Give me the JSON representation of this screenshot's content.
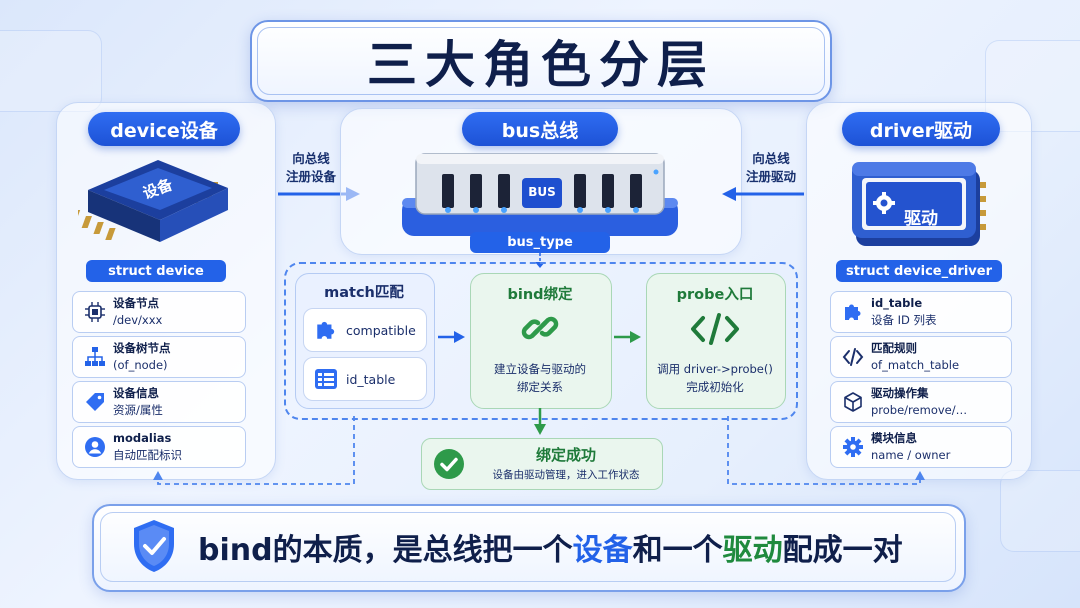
{
  "title": "三大角色分层",
  "device": {
    "header": "device设备",
    "chip_label": "设备",
    "struct": "struct device",
    "items": [
      {
        "line1": "设备节点",
        "line2": "/dev/xxx"
      },
      {
        "line1": "设备树节点",
        "line2": "(of_node)"
      },
      {
        "line1": "设备信息",
        "line2": "资源/属性"
      },
      {
        "line1": "modalias",
        "line2": "自动匹配标识"
      }
    ]
  },
  "bus": {
    "header": "bus总线",
    "bus_label": "BUS",
    "type_label": "bus_type",
    "left_arrow": {
      "line1": "向总线",
      "line2": "注册设备"
    },
    "right_arrow": {
      "line1": "向总线",
      "line2": "注册驱动"
    }
  },
  "driver": {
    "header": "driver驱动",
    "chip_label": "驱动",
    "struct": "struct device_driver",
    "items": [
      {
        "line1": "id_table",
        "line2": "设备 ID 列表"
      },
      {
        "line1": "匹配规则",
        "line2": "of_match_table"
      },
      {
        "line1": "驱动操作集",
        "line2": "probe/remove/…"
      },
      {
        "line1": "模块信息",
        "line2": "name / owner"
      }
    ]
  },
  "flow": {
    "match": {
      "title": "match匹配",
      "items": [
        "compatible",
        "id_table"
      ]
    },
    "bind": {
      "title": "bind绑定",
      "line1": "建立设备与驱动的",
      "line2": "绑定关系"
    },
    "probe": {
      "title": "probe入口",
      "line1": "调用 driver->probe()",
      "line2": "完成初始化"
    },
    "success": {
      "title": "绑定成功",
      "subtitle": "设备由驱动管理，进入工作状态"
    }
  },
  "banner": {
    "part1": "bind的本质，是总线把一个",
    "device": "设备",
    "part2": "和一个",
    "driver": "驱动",
    "part3": "配成一对"
  },
  "colors": {
    "primary": "#2362e8",
    "green": "#2e9a4a",
    "dark": "#0f1f4b"
  }
}
